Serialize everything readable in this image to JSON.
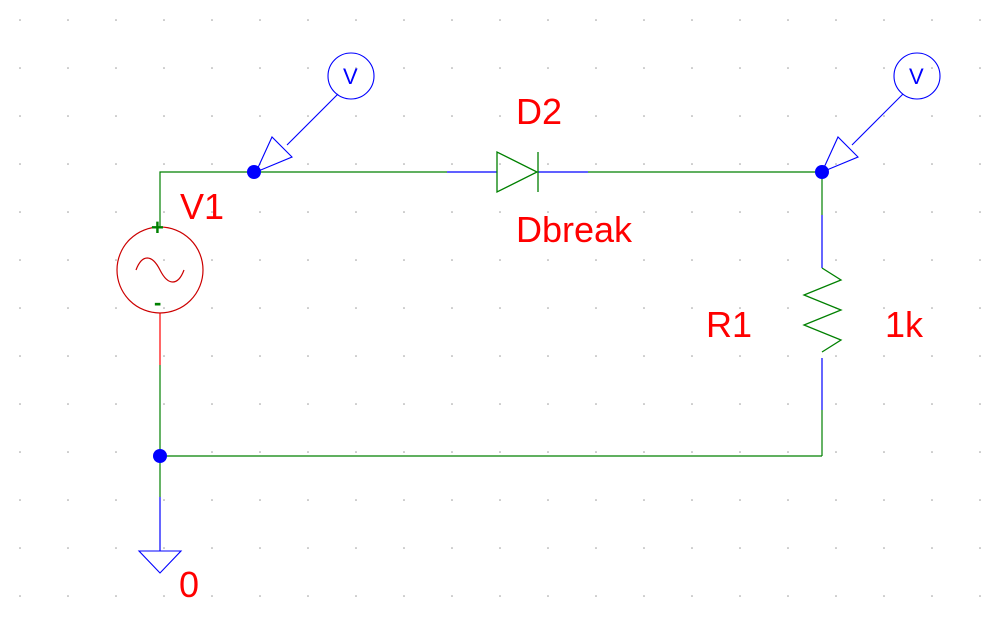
{
  "labels": {
    "source_ref": "V1",
    "diode_ref": "D2",
    "diode_model": "Dbreak",
    "resistor_ref": "R1",
    "resistor_value": "1k",
    "ground_label": "0",
    "probe_left": "V",
    "probe_right": "V",
    "source_plus": "+",
    "source_minus": "-"
  },
  "colors": {
    "wire": "#008000",
    "pin": "#0000ff",
    "label": "#ff0000",
    "source_body": "#cc0000",
    "background": "#ffffff"
  }
}
